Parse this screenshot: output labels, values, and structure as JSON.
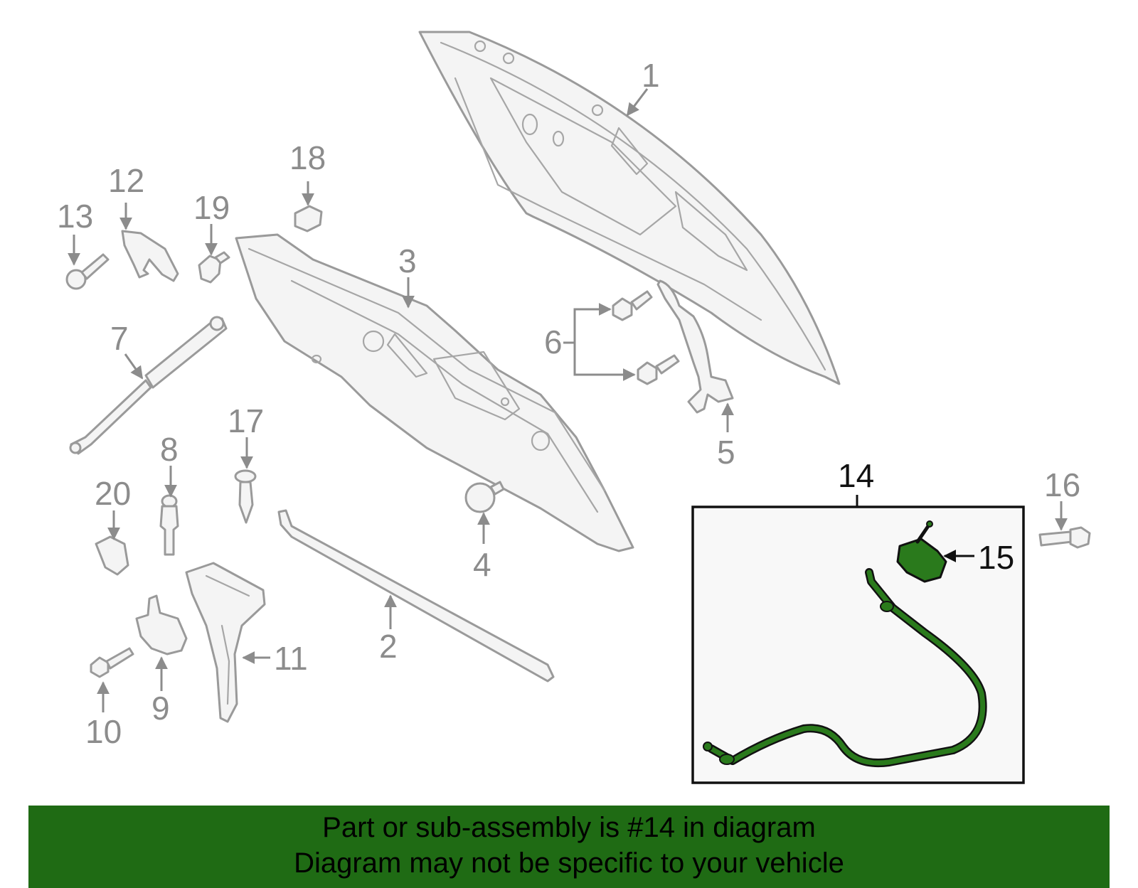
{
  "callouts": {
    "c1": "1",
    "c2": "2",
    "c3": "3",
    "c4": "4",
    "c5": "5",
    "c6": "6",
    "c7": "7",
    "c8": "8",
    "c9": "9",
    "c10": "10",
    "c11": "11",
    "c12": "12",
    "c13": "13",
    "c14": "14",
    "c15": "15",
    "c16": "16",
    "c17": "17",
    "c18": "18",
    "c19": "19",
    "c20": "20"
  },
  "highlight": {
    "part_number": "14",
    "cable_color": "#2a7a1c"
  },
  "banner": {
    "line1": "Part or sub-assembly is #14 in diagram",
    "line2": "Diagram may not be specific to your vehicle",
    "background": "#1f6b14"
  }
}
